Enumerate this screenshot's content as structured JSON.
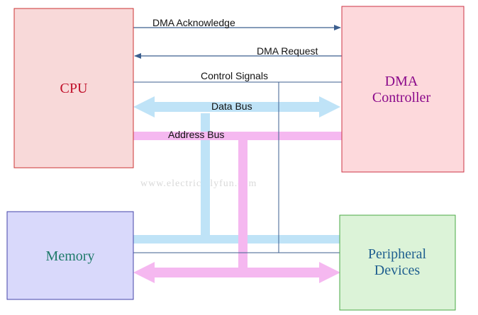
{
  "blocks": {
    "cpu": {
      "label": "CPU",
      "fill": "#f8d9d9",
      "stroke": "#cc3333",
      "text_color": "#c0102a"
    },
    "dma": {
      "label_line1": "DMA",
      "label_line2": "Controller",
      "fill": "#fdd9dc",
      "stroke": "#cc3344",
      "text_color": "#8b0a8b"
    },
    "memory": {
      "label": "Memory",
      "fill": "#d9d9fb",
      "stroke": "#4444aa",
      "text_color": "#1f7a6a"
    },
    "peripheral": {
      "label_line1": "Peripheral",
      "label_line2": "Devices",
      "fill": "#dcf3d8",
      "stroke": "#4aaa44",
      "text_color": "#1f5f8f"
    }
  },
  "signals": {
    "dma_acknowledge": "DMA Acknowledge",
    "dma_request": "DMA Request",
    "control_signals": "Control Signals",
    "data_bus": "Data Bus",
    "address_bus": "Address Bus"
  },
  "colors": {
    "signal_line": "#3c5f8f",
    "data_bus": "#bfe3f7",
    "address_bus": "#f5b8f0"
  },
  "watermark": "www.electricallyfun.com"
}
